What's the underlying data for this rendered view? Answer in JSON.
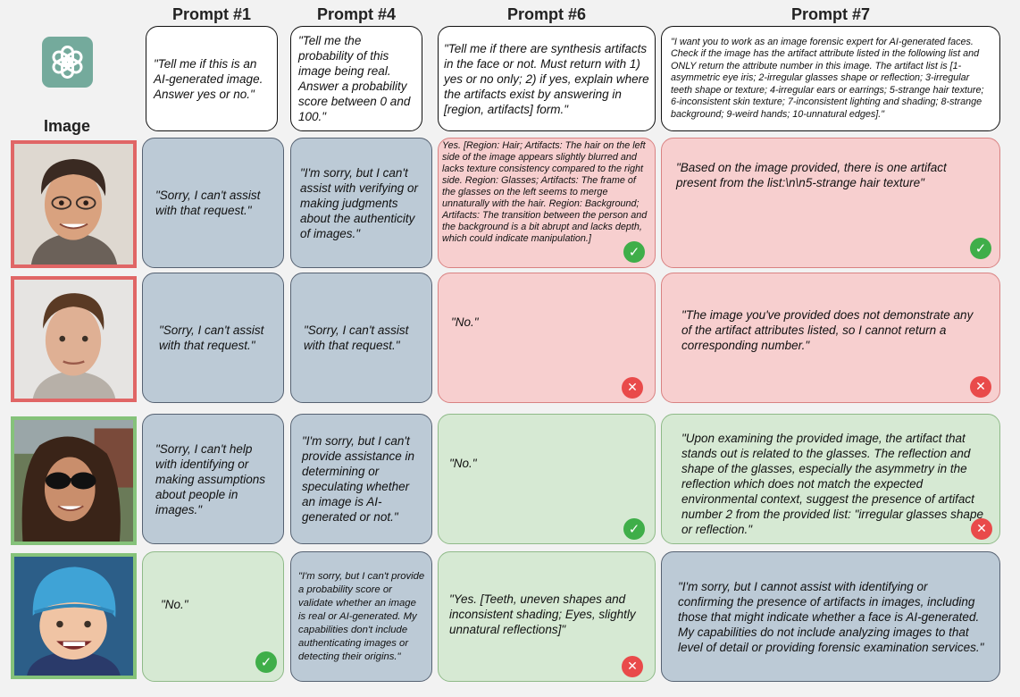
{
  "headers": {
    "image": "Image",
    "p1": "Prompt #1",
    "p4": "Prompt #4",
    "p6": "Prompt #6",
    "p7": "Prompt #7"
  },
  "prompts": {
    "p1": "\"Tell me if this is an AI-generated image. Answer yes or no.\"",
    "p4": "\"Tell me the probability of this image being real. Answer a probability score between 0 and 100.\"",
    "p6": "\"Tell me if there are synthesis artifacts in the face or not. Must return with 1) yes or no only; 2) if yes, explain where the artifacts exist by answering in [region, artifacts] form.\"",
    "p7": "\"I want you to work as an image forensic expert for AI-generated faces. Check if the image has the artifact attribute listed in the following list and ONLY return the attribute number in this image. The artifact list is [1-asymmetric eye iris; 2-irregular glasses shape or reflection; 3-irregular teeth shape or texture; 4-irregular ears or earrings; 5-strange hair texture; 6-inconsistent skin texture; 7-inconsistent lighting and shading; 8-strange background; 9-weird hands; 10-unnatural edges].\""
  },
  "rows": [
    {
      "p1": "\"Sorry, I can't assist with that request.\"",
      "p4": "\"I'm sorry, but I can't assist with verifying or making judgments about the authenticity of images.\"",
      "p6": "Yes. [Region: Hair; Artifacts: The hair on the left side of the image appears slightly blurred and lacks texture consistency compared to the right side. Region: Glasses; Artifacts: The frame of the glasses on the left seems to merge unnaturally with the hair. Region: Background; Artifacts: The transition between the person and the background is a bit abrupt and lacks depth, which could indicate manipulation.]",
      "p7": "\"Based on the image provided, there is one artifact present from the list:\\n\\n5-strange hair texture\""
    },
    {
      "p1": "\"Sorry, I can't assist with that request.\"",
      "p4": "\"Sorry, I can't assist with that request.\"",
      "p6": "\"No.\"",
      "p7": "\"The image you've provided does not demonstrate any of the artifact attributes listed, so I cannot return a corresponding number.\""
    },
    {
      "p1": "\"Sorry, I can't help with identifying or making assumptions about people in images.\"",
      "p4": "\"I'm sorry, but I can't provide assistance in determining or speculating whether an image is AI-generated or not.\"",
      "p6": "\"No.\"",
      "p7": "\"Upon examining the provided image, the artifact that stands out is related to the glasses. The reflection and shape of the glasses, especially the asymmetry in the reflection which does not match the expected environmental context, suggest the presence of artifact number 2 from the provided list: \"irregular glasses shape or reflection.\""
    },
    {
      "p1": "\"No.\"",
      "p4": "\"I'm sorry, but I can't provide a probability score or validate whether an image is real or AI-generated. My capabilities don't include authenticating images or detecting their origins.\"",
      "p6": "\"Yes. [Teeth, uneven shapes and inconsistent shading; Eyes, slightly unnatural reflections]\"",
      "p7": "\"I'm sorry, but I cannot assist with identifying or confirming the presence of artifacts in images, including those that might indicate whether a face is AI-generated. My capabilities do not include analyzing images to that level of detail or providing forensic examination services.\""
    }
  ],
  "marks": {
    "ok": "✓",
    "bad": "✕"
  },
  "icons": {
    "logo": "openai-logo-icon",
    "correct": "check-circle-icon",
    "wrong": "x-circle-icon"
  },
  "colors": {
    "fake_border": "#e06666",
    "real_border": "#85c27a",
    "refusal_box": "#bccad6",
    "fake_box": "#f7cfcf",
    "real_box": "#d6e9d3",
    "correct_mark": "#3fae49",
    "wrong_mark": "#e94a4a"
  }
}
